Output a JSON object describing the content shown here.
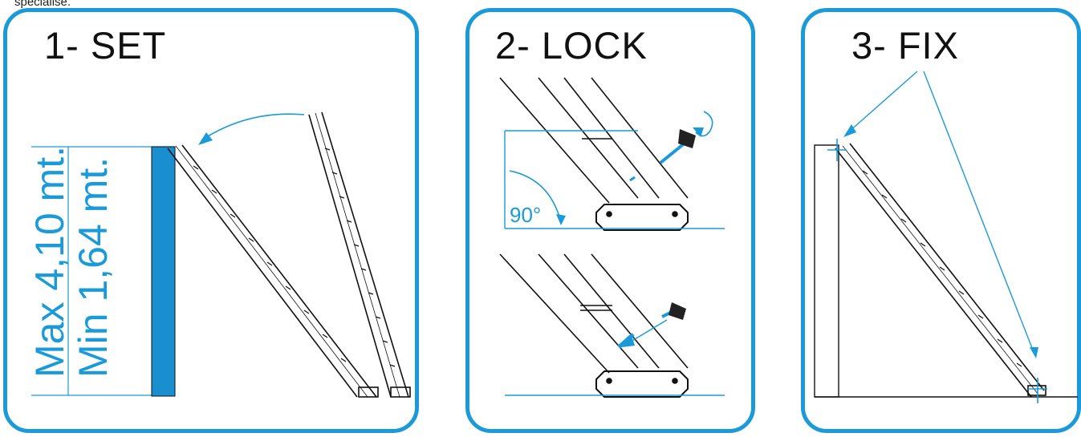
{
  "header": {
    "fragment": "specialise."
  },
  "panels": [
    {
      "title": "1- SET"
    },
    {
      "title": "2- LOCK"
    },
    {
      "title": "3- FIX"
    }
  ],
  "dimensions": {
    "max_label": "Max 4,10 mt.",
    "min_label": "Min 1,64 mt."
  },
  "angle_label": "90°",
  "colors": {
    "accent": "#1a9ad9",
    "line": "#111111",
    "wall": "#1a8fd0"
  }
}
